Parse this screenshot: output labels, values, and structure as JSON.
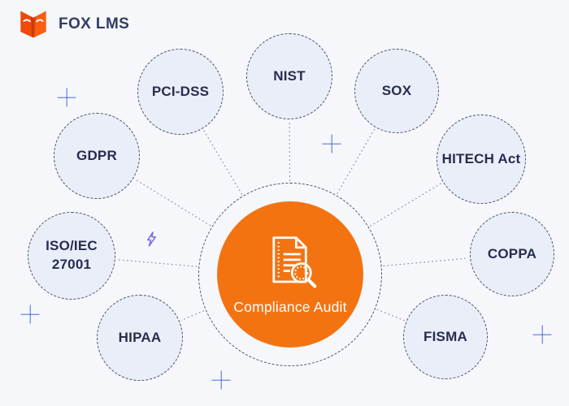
{
  "brand": {
    "name": "FOX LMS"
  },
  "diagram": {
    "hub": {
      "label": "Compliance Audit"
    },
    "nodes": [
      {
        "label": "PCI-DSS"
      },
      {
        "label": "NIST"
      },
      {
        "label": "SOX"
      },
      {
        "label": "HITECH Act"
      },
      {
        "label": "COPPA"
      },
      {
        "label": "FISMA"
      },
      {
        "label": "HIPAA"
      },
      {
        "label": "ISO/IEC 27001"
      },
      {
        "label": "GDPR"
      }
    ]
  },
  "icons": {
    "logo": "fox-book-icon",
    "hub": "document-magnifier-icon",
    "decorations": [
      "plus-icon",
      "lightning-icon"
    ]
  },
  "colors": {
    "background": "#F6F7FB",
    "hub_orange": "#F47311",
    "node_fill": "#E9EEF9",
    "node_border": "#4B5265",
    "node_text": "#272D4E",
    "brand_text": "#333C63",
    "connector": "#8F95A5",
    "plus": "#4C68DA",
    "bolt": "#7668E8"
  }
}
